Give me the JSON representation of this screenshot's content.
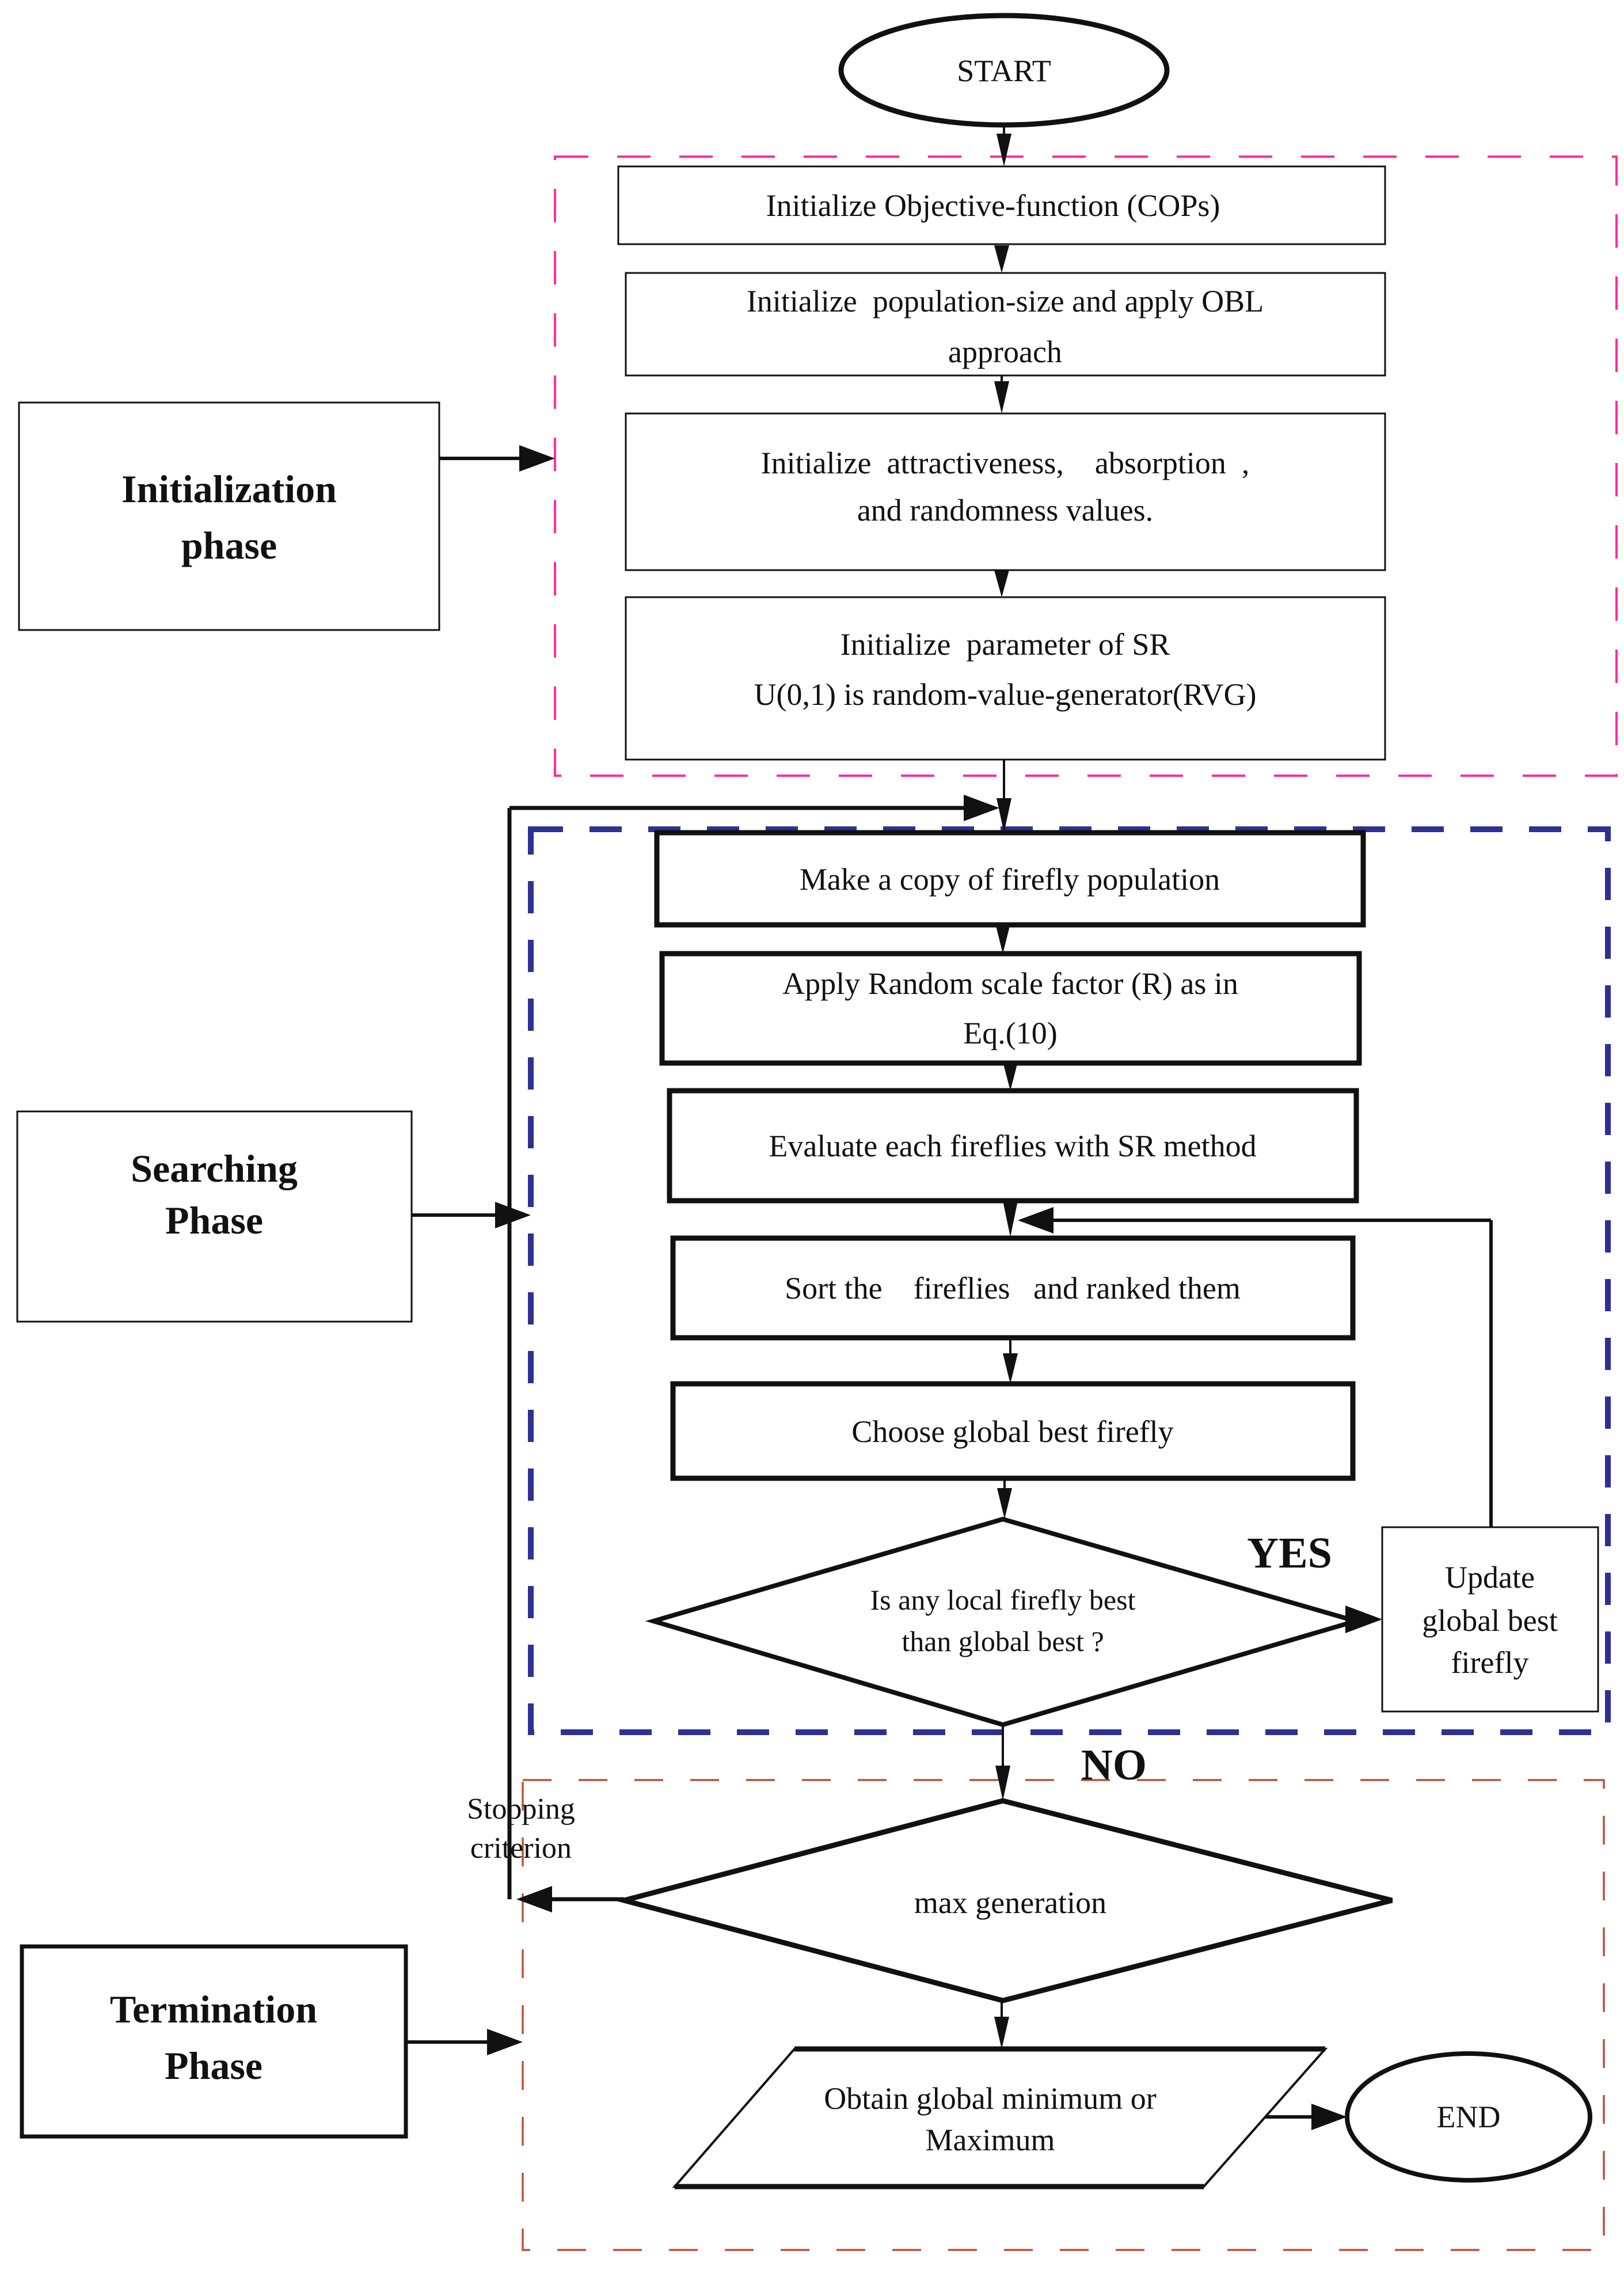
{
  "terminals": {
    "start": "START",
    "end": "END"
  },
  "phases": {
    "initialization": {
      "line1": "Initialization",
      "line2": "phase"
    },
    "searching": {
      "line1": "Searching",
      "line2": "Phase"
    },
    "termination": {
      "line1": "Termination",
      "line2": "Phase"
    }
  },
  "steps": {
    "init_objective": {
      "line1": "Initialize Objective-function (COPs)"
    },
    "init_population": {
      "line1": "Initialize  population-size and apply OBL",
      "line2": "approach"
    },
    "init_attract": {
      "line1": "Initialize  attractiveness,    absorption  ,",
      "line2": "and randomness values."
    },
    "init_sr": {
      "line1": "Initialize  parameter of SR",
      "line2": "U(0,1) is random-value-generator(RVG)"
    },
    "make_copy": {
      "line1": "Make a copy of firefly population"
    },
    "apply_random": {
      "line1": "Apply Random scale factor (R) as in",
      "line2": "Eq.(10)"
    },
    "evaluate": {
      "line1": "Evaluate each fireflies with SR method"
    },
    "sort": {
      "line1": "Sort the    fireflies   and ranked them"
    },
    "choose": {
      "line1": "Choose global best firefly"
    },
    "update": {
      "line1": "Update",
      "line2": "global best",
      "line3": "firefly"
    }
  },
  "decisions": {
    "local_best": {
      "line1": "Is any local firefly best",
      "line2": "than global best ?",
      "yes_label": "YES",
      "no_label": "NO"
    },
    "max_generation": {
      "line1": "max generation"
    }
  },
  "outputs": {
    "obtain": {
      "line1": "Obtain global minimum or",
      "line2": "Maximum"
    }
  },
  "annotations": {
    "stopping_line1": "Stopping",
    "stopping_line2": "criterion"
  },
  "colors": {
    "initialization_border": "#ff2d9c",
    "searching_border": "#2e3192",
    "termination_border": "#bf5138",
    "ink": "#111111"
  }
}
